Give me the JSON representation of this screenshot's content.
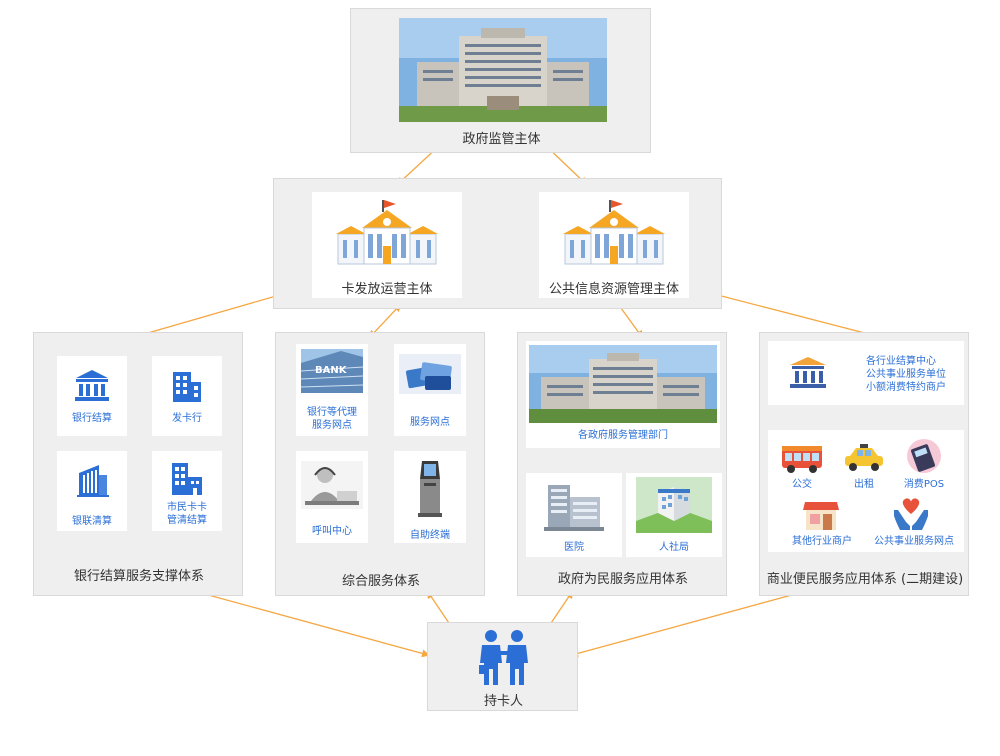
{
  "top": {
    "label": "政府监管主体"
  },
  "operators": [
    {
      "label": "卡发放运营主体"
    },
    {
      "label": "公共信息资源管理主体"
    }
  ],
  "bank_system": {
    "title": "银行结算服务支撑体系",
    "items": [
      {
        "label": "银行结算",
        "icon": "bank-icon"
      },
      {
        "label": "发卡行",
        "icon": "office-building-icon"
      },
      {
        "label": "银联清算",
        "icon": "skyscraper-icon"
      },
      {
        "label": "市民卡卡\n管清结算",
        "icon": "city-buildings-icon"
      }
    ]
  },
  "service_system": {
    "title": "综合服务体系",
    "items": [
      {
        "label": "银行等代理\n服务网点",
        "image": "bank-photo"
      },
      {
        "label": "服务网点",
        "image": "cards-photo"
      },
      {
        "label": "呼叫中心",
        "image": "callcenter-photo"
      },
      {
        "label": "自助终端",
        "image": "kiosk-photo"
      }
    ]
  },
  "gov_system": {
    "title": "政府为民服务应用体系",
    "dept": {
      "label": "各政府服务管理部门"
    },
    "items": [
      {
        "label": "医院",
        "image": "hospital-photo"
      },
      {
        "label": "人社局",
        "image": "social-bureau-photo"
      }
    ]
  },
  "commerce_system": {
    "title": "商业便民服务应用体系 (二期建设)",
    "header_lines": [
      "各行业结算中心",
      "公共事业服务单位",
      "小额消费特约商户"
    ],
    "items": [
      {
        "label": "公交",
        "icon": "bus-icon"
      },
      {
        "label": "出租",
        "icon": "taxi-icon"
      },
      {
        "label": "消费POS",
        "icon": "pos-terminal-icon"
      },
      {
        "label": "其他行业商户",
        "icon": "shop-icon"
      },
      {
        "label": "公共事业服务网点",
        "icon": "heart-hands-icon"
      }
    ]
  },
  "holder": {
    "label": "持卡人"
  },
  "colors": {
    "arrow": "#f5a742",
    "blue": "#2b6fd6",
    "box": "#efefef"
  }
}
